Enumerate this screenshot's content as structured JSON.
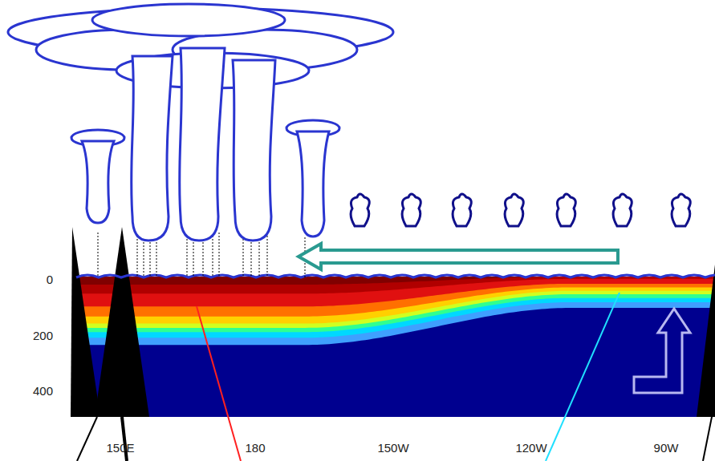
{
  "diagram": {
    "labels": [
      "0",
      "200",
      "400",
      "150E",
      "180",
      "150W",
      "120W",
      "90W"
    ]
  }
}
